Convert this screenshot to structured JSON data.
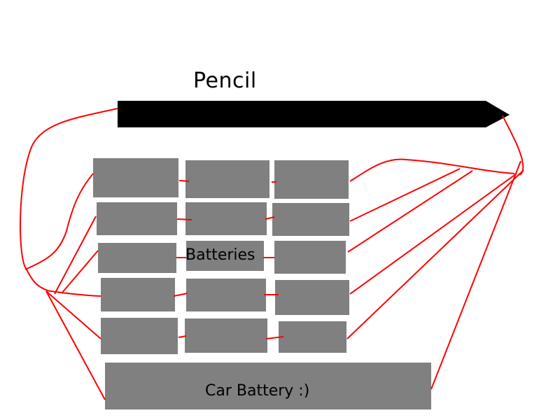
{
  "diagram": {
    "title": "Pencil",
    "pencil": {
      "label": "Pencil",
      "color": "#000000"
    },
    "batteries": {
      "label": "Batteries",
      "rows": 5,
      "columns": 3,
      "color": "#808080"
    },
    "car_battery": {
      "label": "Car Battery :)",
      "color": "#808080"
    },
    "wire_color": "#ff0000"
  }
}
